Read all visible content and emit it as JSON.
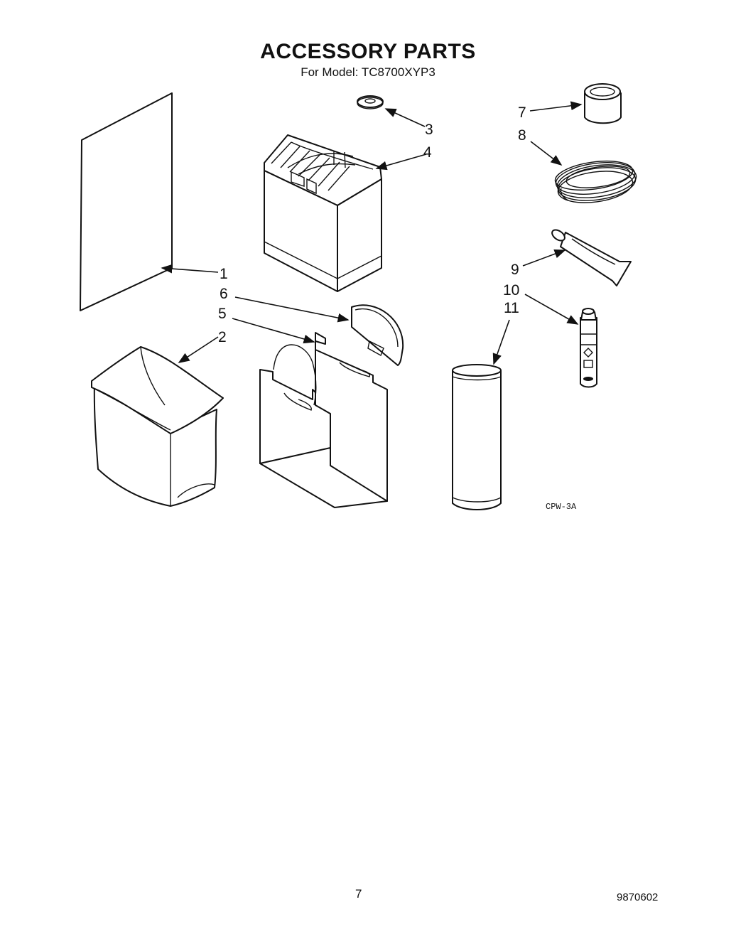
{
  "header": {
    "title": "ACCESSORY PARTS",
    "subtitle": "For Model: TC8700XYP3"
  },
  "callouts": [
    "1",
    "2",
    "3",
    "4",
    "5",
    "6",
    "7",
    "8",
    "9",
    "10",
    "11"
  ],
  "figure_code": "CPW-3A",
  "footer": {
    "page_number": "7",
    "document_number": "9870602"
  }
}
